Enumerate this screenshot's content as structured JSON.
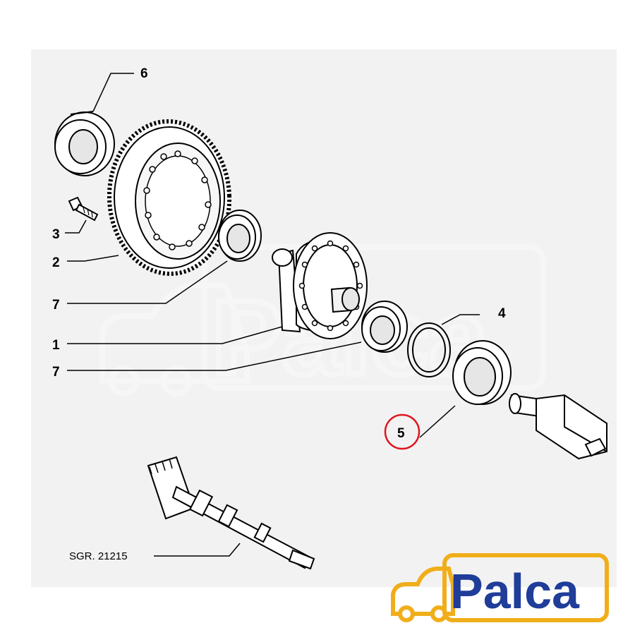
{
  "labels": {
    "n1": "1",
    "n2": "2",
    "n3": "3",
    "n4": "4",
    "n5": "5",
    "n6": "6",
    "n7a": "7",
    "n7b": "7"
  },
  "reference": "SGR. 21215",
  "highlighted_label": "5",
  "logo": {
    "text": "Palca",
    "text_color": "#1f3d99",
    "accent_color": "#f0ae1a",
    "icon": "car-outline-icon"
  },
  "watermark": {
    "text": "Palca",
    "icon": "car-outline-icon"
  },
  "colors": {
    "highlight": "#e0141e",
    "panel": "#f2f2f2"
  }
}
